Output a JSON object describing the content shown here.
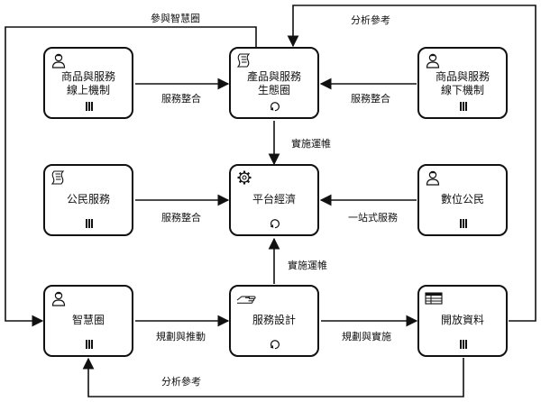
{
  "nodes": {
    "online": {
      "label": "商品與服務\n線上機制",
      "type_icon": "user-icon",
      "marker": "parallel-multi-instance-icon"
    },
    "ecosystem": {
      "label": "產品與服務\n生態圈",
      "type_icon": "script-icon",
      "marker": "loop-icon"
    },
    "offline": {
      "label": "商品與服務\n線下機制",
      "type_icon": "user-icon",
      "marker": "parallel-multi-instance-icon"
    },
    "citizen_service": {
      "label": "公民服務",
      "type_icon": "script-icon",
      "marker": "parallel-multi-instance-icon"
    },
    "platform": {
      "label": "平台經濟",
      "type_icon": "gear-icon",
      "marker": "loop-icon"
    },
    "digital_citizen": {
      "label": "數位公民",
      "type_icon": "user-icon",
      "marker": "parallel-multi-instance-icon"
    },
    "wisdom_circle": {
      "label": "智慧圈",
      "type_icon": "user-icon",
      "marker": "parallel-multi-instance-icon"
    },
    "service_design": {
      "label": "服務設計",
      "type_icon": "hand-icon",
      "marker": "loop-icon"
    },
    "open_data": {
      "label": "開放資料",
      "type_icon": "table-icon",
      "marker": "parallel-multi-instance-icon"
    }
  },
  "edges": {
    "online_to_ecosystem": "服務整合",
    "offline_to_ecosystem": "服務整合",
    "ecosystem_to_platform": "實施運帷",
    "citizen_to_platform": "服務整合",
    "digital_to_platform": "一站式服務",
    "service_design_to_platform": "實施運帷",
    "wisdom_to_service_design": "規劃與推動",
    "service_design_to_open_data": "規劃與實施",
    "ecosystem_to_wisdom": "參與智慧圈",
    "open_data_to_ecosystem": "分析參考",
    "open_data_to_wisdom": "分析參考"
  }
}
